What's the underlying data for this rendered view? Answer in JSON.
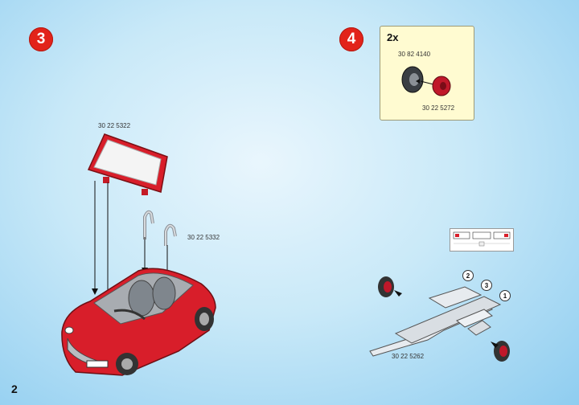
{
  "page": {
    "number": "2"
  },
  "step3": {
    "badge": "3",
    "windshield_part": "30 22 5322",
    "rollbar_part": "30 22 5332"
  },
  "step4": {
    "badge": "4",
    "quantity": "2x",
    "tire_part": "30 82 4140",
    "rim_part": "30 22 5272",
    "trailer_part": "30 22 5262",
    "callouts": [
      "1",
      "2",
      "3"
    ]
  },
  "colors": {
    "step_badge": "#e2231a",
    "car_body": "#d81e2a",
    "parts_box": "#fffbd1"
  }
}
